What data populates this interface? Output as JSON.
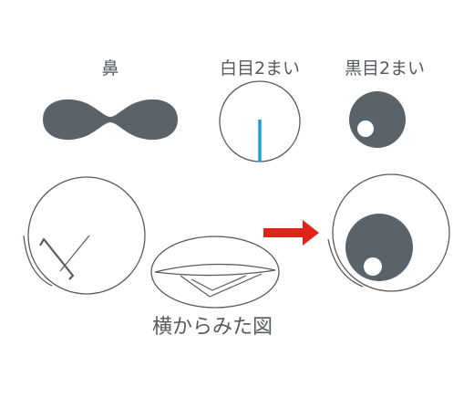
{
  "labels": {
    "nose": "鼻",
    "white_eye": "白目2まい",
    "black_eye": "黒目2まい",
    "side_view": "横からみた図"
  },
  "colors": {
    "fill_dark": "#5b636a",
    "outline": "#555b61",
    "accent_blue": "#1aa0d8",
    "arrow_red": "#e2231a",
    "background": "#ffffff"
  }
}
